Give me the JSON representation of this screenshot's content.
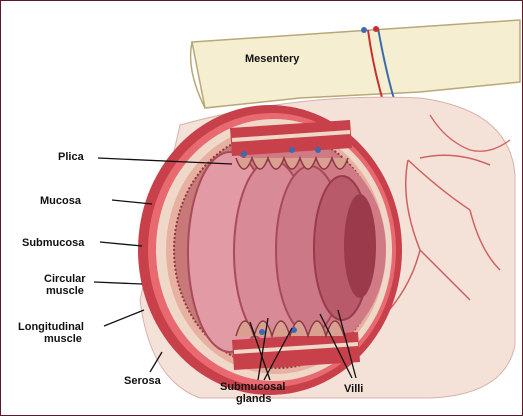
{
  "labels": {
    "mesentery": "Mesentery",
    "plica": "Plica",
    "mucosa": "Mucosa",
    "submucosa": "Submucosa",
    "circular_muscle_1": "Circular",
    "circular_muscle_2": "muscle",
    "longitudinal_muscle_1": "Longitudinal",
    "longitudinal_muscle_2": "muscle",
    "serosa": "Serosa",
    "submucosal_glands_1": "Submucosal",
    "submucosal_glands_2": "glands",
    "villi": "Villi"
  },
  "colors": {
    "mesentery": "#f6eed0",
    "mesentery_outline": "#b8a878",
    "outer_tissue": "#f4e2d8",
    "muscle_red": "#c8404a",
    "lumen_pink": "#d07a86",
    "lumen_dark": "#9a3a4a",
    "vessel_red": "#c83030",
    "vessel_blue": "#3c6ab0",
    "frame_border": "#5a1a2a"
  }
}
